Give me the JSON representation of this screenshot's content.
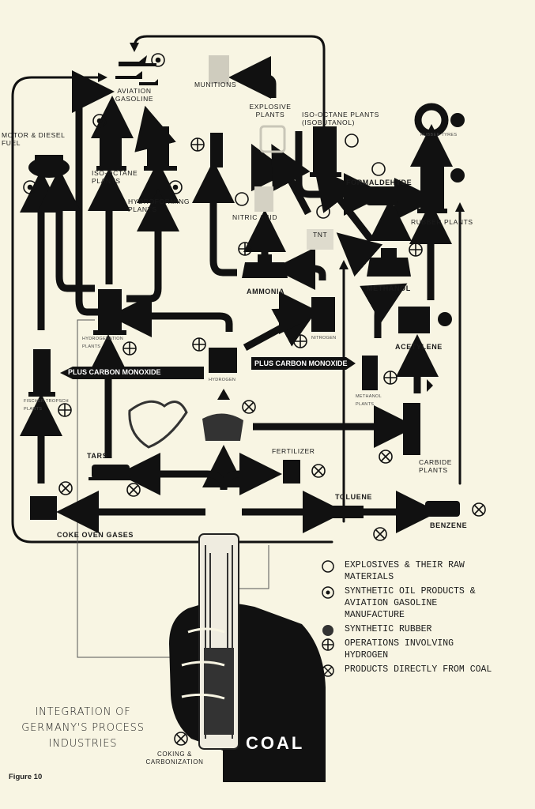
{
  "labels": {
    "aviation_gasoline": "AVIATION GASOLINE",
    "munitions": "MUNITIONS",
    "explosive_plants": "EXPLOSIVE PLANTS",
    "iso_octane_isobutanol": "ISO-OCTANE PLANTS (ISOBUTANOL)",
    "rubber_tyres": "RUBBER TYRES",
    "motor_diesel_fuel": "MOTOR & DIESEL FUEL",
    "iso_octane_plants": "ISO-OCTANE PLANTS",
    "hydroforming_plants": "HYDROFORMING PLANTS",
    "formaldehyde": "FORMALDEHYDE",
    "rubber_plants": "RUBBER PLANTS",
    "nitric_acid": "NITRIC ACID",
    "tnt": "TNT",
    "ammonia": "AMMONIA",
    "methanol": "METHANOL",
    "hydrogenation_plants": "HYDROGENATION PLANTS",
    "nitrogen": "NITROGEN",
    "acetylene": "ACETYLENE",
    "hydrogen": "HYDROGEN",
    "fischer_tropsch": "FISCHER TROPSCH PLANTS",
    "methanol_plants": "METHANOL PLANTS",
    "plus_co_left": "PLUS CARBON MONOXIDE",
    "plus_co_right": "PLUS CARBON MONOXIDE",
    "tars": "TARS",
    "fertilizer": "FERTILIZER",
    "carbide_plants": "CARBIDE PLANTS",
    "toluene": "TOLUENE",
    "benzene": "BENZENE",
    "coke_oven_gases": "COKE OVEN GASES",
    "coal": "COAL",
    "coking_carbonization": "COKING & CARBONIZATION"
  },
  "legend": [
    {
      "symbol": "open-circle",
      "text": "EXPLOSIVES & THEIR RAW MATERIALS"
    },
    {
      "symbol": "dot-circle",
      "text": "SYNTHETIC OIL PRODUCTS & AVIATION GASOLINE MANUFACTURE"
    },
    {
      "symbol": "shaded-circle",
      "text": "SYNTHETIC RUBBER"
    },
    {
      "symbol": "plus-circle",
      "text": "OPERATIONS INVOLVING HYDROGEN"
    },
    {
      "symbol": "x-circle",
      "text": "PRODUCTS DIRECTLY FROM COAL"
    }
  ],
  "title": "INTEGRATION OF GERMANY'S PROCESS INDUSTRIES",
  "figure_label": "Figure 10",
  "colors": {
    "paper": "#f8f5e3",
    "ink": "#111111",
    "ghost": "#c9c6b8"
  }
}
